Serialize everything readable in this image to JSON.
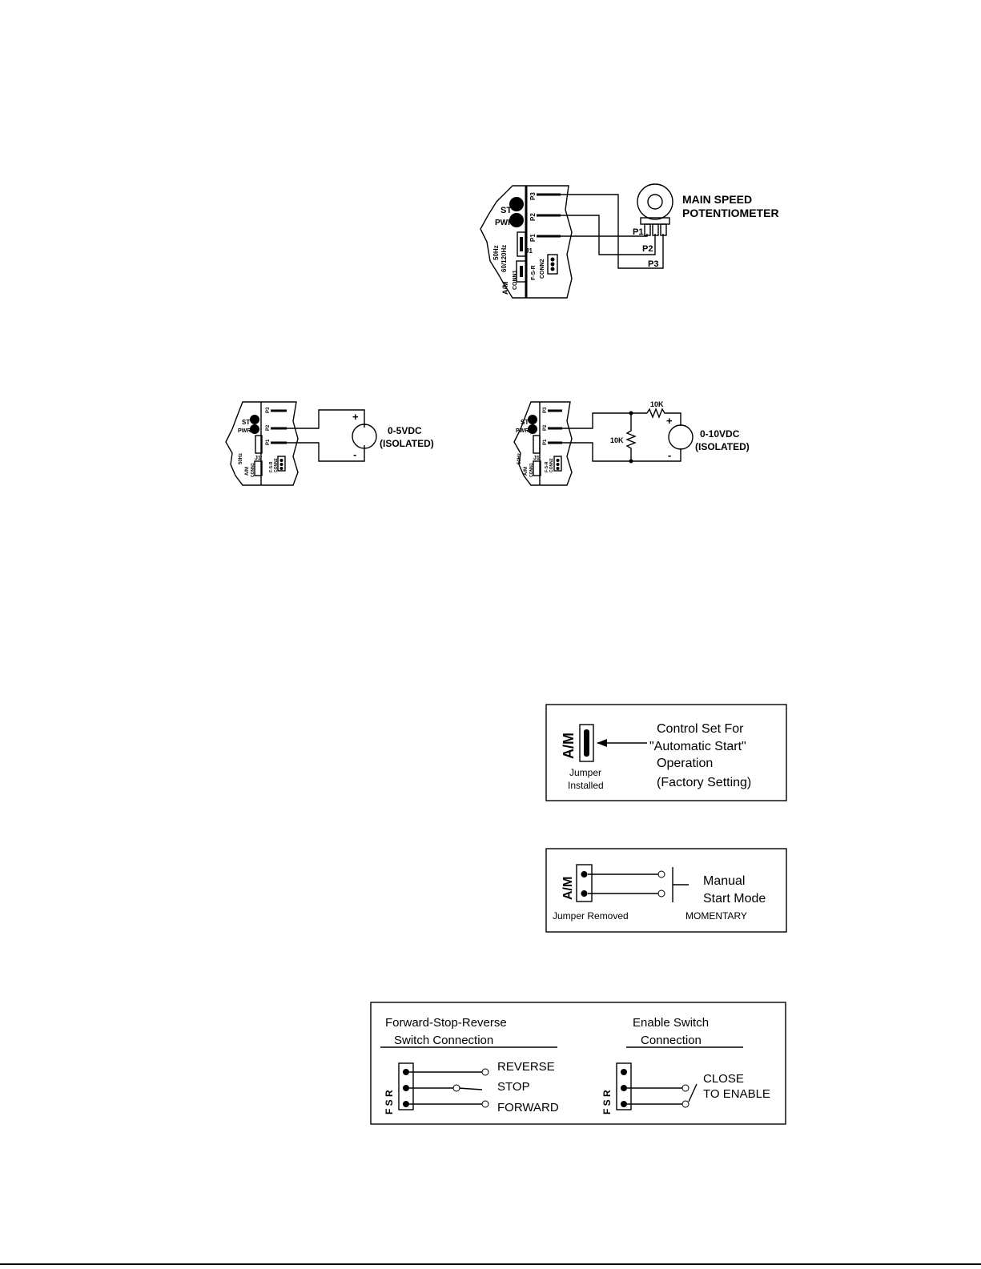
{
  "pot_diagram": {
    "title_line1": "MAIN SPEED",
    "title_line2": "POTENTIOMETER",
    "wire_labels": [
      "P1",
      "P2",
      "P3"
    ],
    "board_terminals": [
      "P3",
      "P2",
      "P1"
    ],
    "board_leds": [
      "ST",
      "PWR"
    ],
    "board_text": [
      "50Hz",
      "60/120Hz",
      "A/M",
      "J1",
      "CONN1",
      "F-S-R",
      "CONN2"
    ]
  },
  "voltage_5v": {
    "label_line1": "0-5VDC",
    "label_line2": "(ISOLATED)",
    "plus": "+",
    "minus": "-",
    "board_terminals": [
      "P3",
      "P2",
      "P1"
    ],
    "board_leds": [
      "ST",
      "PWR"
    ],
    "board_text": [
      "50Hz",
      "A/M",
      "J1",
      "CONN1",
      "F-S-R",
      "CONN2"
    ]
  },
  "voltage_10v": {
    "label_line1": "0-10VDC",
    "label_line2": "(ISOLATED)",
    "resistor_top": "10K",
    "resistor_left": "10K",
    "plus": "+",
    "minus": "-",
    "board_terminals": [
      "P3",
      "P2",
      "P1"
    ],
    "board_leds": [
      "ST",
      "PWR"
    ],
    "board_text": [
      "50Hz",
      "A/M",
      "J1",
      "CONN1",
      "F-S-R",
      "CONN2"
    ]
  },
  "auto_start": {
    "jumper_label": "A/M",
    "caption_line1": "Jumper",
    "caption_line2": "Installed",
    "desc_line1": "Control Set For",
    "desc_line2": "\"Automatic Start\"",
    "desc_line3": "Operation",
    "desc_line4": "(Factory Setting)"
  },
  "manual_start": {
    "jumper_label": "A/M",
    "caption": "Jumper Removed",
    "switch_caption": "MOMENTARY",
    "desc_line1": "Manual",
    "desc_line2": "Start Mode"
  },
  "fsr": {
    "left_title_line1": "Forward-Stop-Reverse",
    "left_title_line2": "Switch Connection",
    "right_title_line1": "Enable Switch",
    "right_title_line2": "Connection",
    "connector_label": "F  S  R",
    "positions": [
      "REVERSE",
      "STOP",
      "FORWARD"
    ],
    "enable_line1": "CLOSE",
    "enable_line2": "TO ENABLE"
  }
}
